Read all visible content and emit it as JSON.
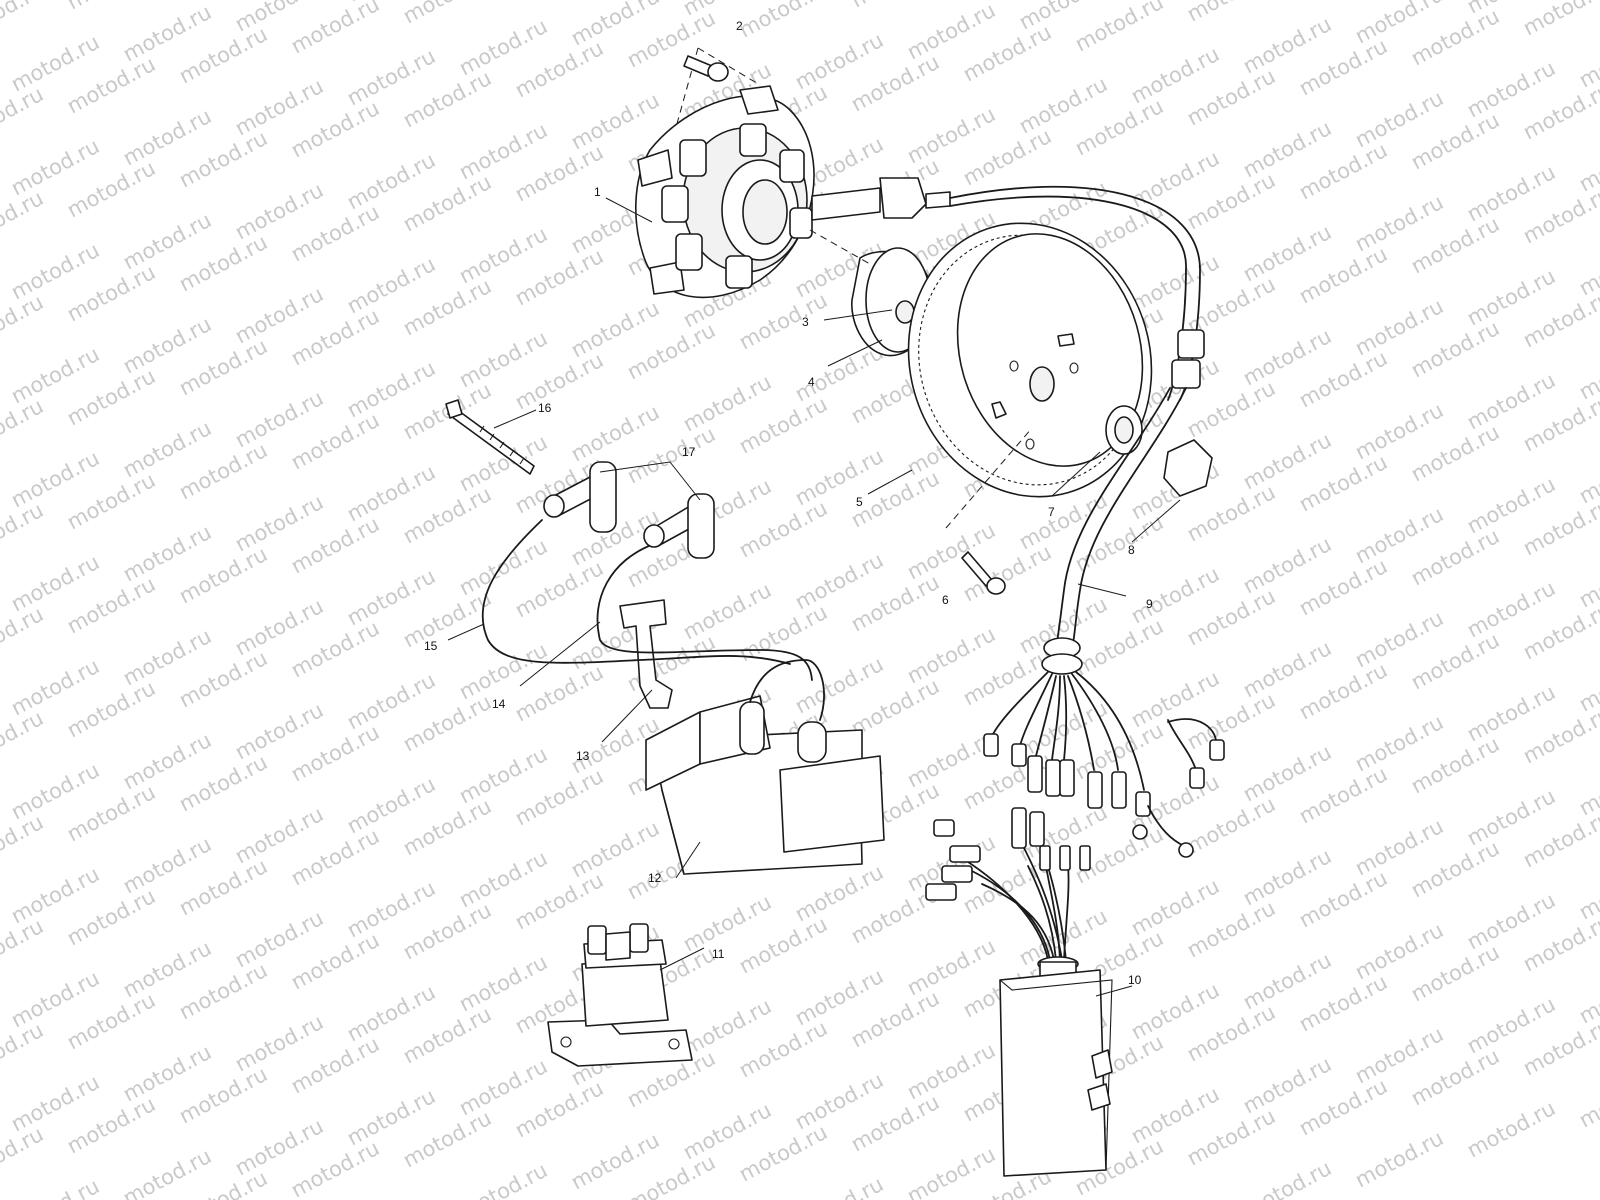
{
  "watermark": {
    "text": "motod.ru",
    "color": "#c9c9c9"
  },
  "callouts": [
    {
      "id": "1",
      "label": "1"
    },
    {
      "id": "2",
      "label": "2"
    },
    {
      "id": "3",
      "label": "3"
    },
    {
      "id": "4",
      "label": "4"
    },
    {
      "id": "5",
      "label": "5"
    },
    {
      "id": "6",
      "label": "6"
    },
    {
      "id": "7",
      "label": "7"
    },
    {
      "id": "8",
      "label": "8"
    },
    {
      "id": "9",
      "label": "9"
    },
    {
      "id": "10",
      "label": "10"
    },
    {
      "id": "11",
      "label": "11"
    },
    {
      "id": "12",
      "label": "12"
    },
    {
      "id": "13",
      "label": "13"
    },
    {
      "id": "14",
      "label": "14"
    },
    {
      "id": "15",
      "label": "15"
    },
    {
      "id": "16",
      "label": "16"
    },
    {
      "id": "17",
      "label": "17"
    }
  ],
  "colors": {
    "line": "#1a1a1a",
    "paper": "#ffffff"
  }
}
